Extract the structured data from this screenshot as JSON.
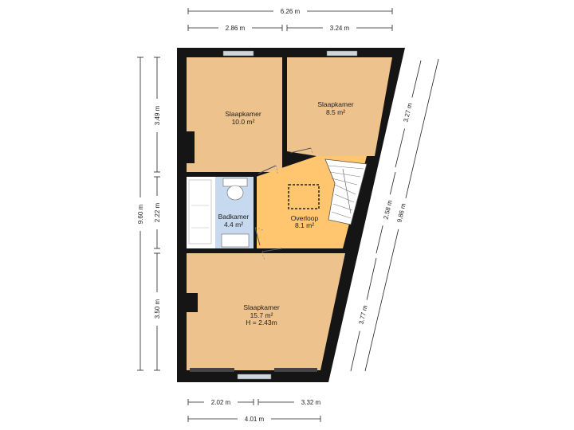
{
  "rooms": {
    "bedroom_a": {
      "name": "Slaapkamer",
      "area": "10.0 m²"
    },
    "bedroom_b": {
      "name": "Slaapkamer",
      "area": "8.5 m²"
    },
    "bathroom": {
      "name": "Badkamer",
      "area": "4.4 m²"
    },
    "landing": {
      "name": "Overloop",
      "area": "8.1 m²"
    },
    "bedroom_c": {
      "name": "Slaapkamer",
      "area": "15.7 m²",
      "height": "H = 2.43m"
    }
  },
  "dimensions": {
    "top_total": "6.26 m",
    "top_left": "2.86 m",
    "top_right": "3.24 m",
    "left_total": "9.60 m",
    "left_upper": "3.49 m",
    "left_middle": "2.22 m",
    "left_lower": "3.50 m",
    "diag_upper": "3.27 m",
    "diag_middle": "2.58 m",
    "diag_lower": "3.77 m",
    "diag_total": "9.86 m",
    "bottom_left": "2.02 m",
    "bottom_right": "3.32 m",
    "bottom_total": "4.01 m"
  },
  "colors": {
    "wall": "#151515",
    "bedroom": "#edc28c",
    "landing": "#ffc56f",
    "bathroom": "#c7d9ef",
    "window": "#cfd5db"
  }
}
